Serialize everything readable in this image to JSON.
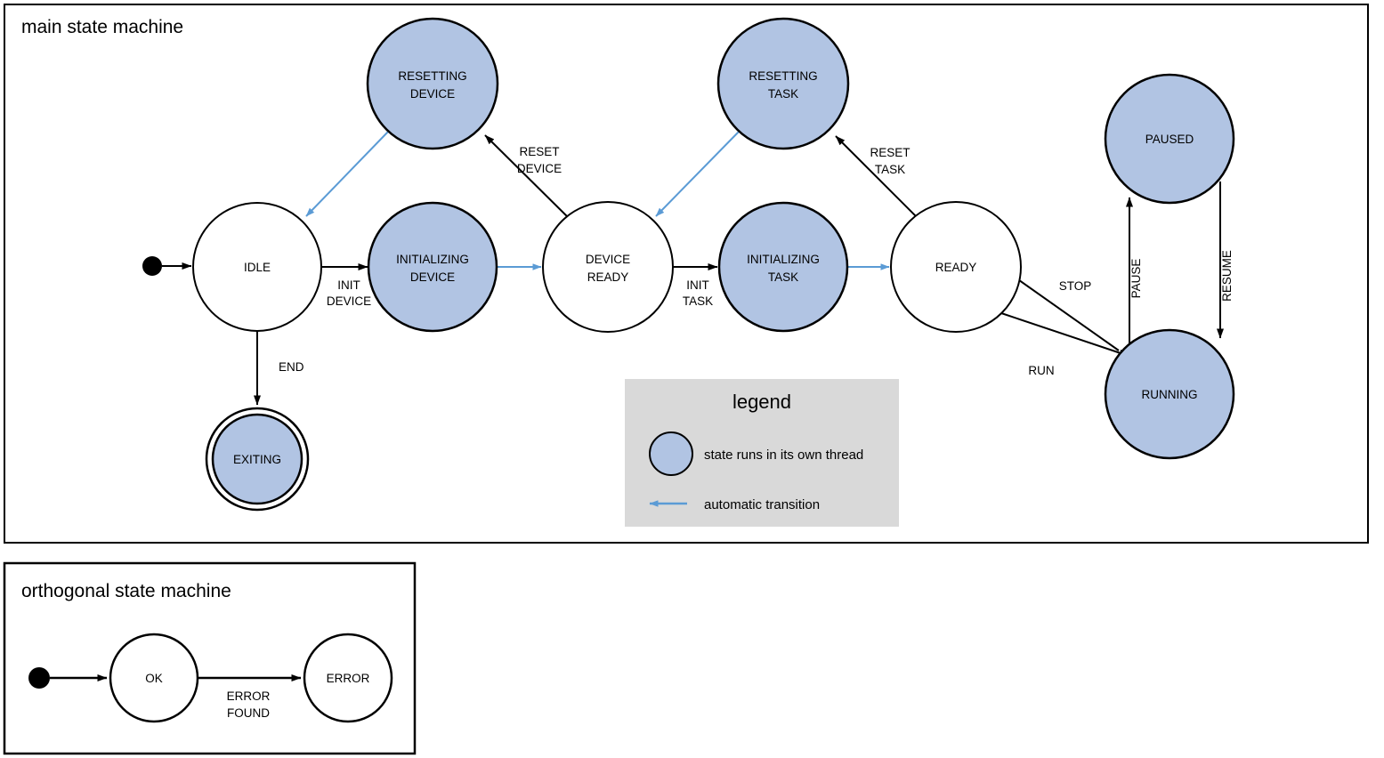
{
  "colors": {
    "thread_state_fill": "#b1c4e3",
    "state_stroke": "#000000",
    "auto_transition": "#5b9bd5",
    "legend_bg": "#d9d9d9",
    "canvas": "#ffffff"
  },
  "frames": [
    {
      "id": "main",
      "title": "main state machine"
    },
    {
      "id": "orthogonal",
      "title": "orthogonal state machine"
    }
  ],
  "main": {
    "title": "main state machine",
    "start_marker": "initial-state-dot",
    "states": [
      {
        "id": "idle",
        "label": "IDLE",
        "threaded": false,
        "final": false
      },
      {
        "id": "resetting-device",
        "label": "RESETTING\nDEVICE",
        "line1": "RESETTING",
        "line2": "DEVICE",
        "threaded": true,
        "final": false
      },
      {
        "id": "initializing-device",
        "label": "INITIALIZING\nDEVICE",
        "line1": "INITIALIZING",
        "line2": "DEVICE",
        "threaded": true,
        "final": false
      },
      {
        "id": "device-ready",
        "label": "DEVICE\nREADY",
        "line1": "DEVICE",
        "line2": "READY",
        "threaded": false,
        "final": false
      },
      {
        "id": "resetting-task",
        "label": "RESETTING\nTASK",
        "line1": "RESETTING",
        "line2": "TASK",
        "threaded": true,
        "final": false
      },
      {
        "id": "initializing-task",
        "label": "INITIALIZING\nTASK",
        "line1": "INITIALIZING",
        "line2": "TASK",
        "threaded": true,
        "final": false
      },
      {
        "id": "ready",
        "label": "READY",
        "threaded": false,
        "final": false
      },
      {
        "id": "paused",
        "label": "PAUSED",
        "threaded": true,
        "final": false
      },
      {
        "id": "running",
        "label": "RUNNING",
        "threaded": true,
        "final": false
      },
      {
        "id": "exiting",
        "label": "EXITING",
        "threaded": true,
        "final": true
      }
    ],
    "transitions": [
      {
        "from": "start",
        "to": "idle",
        "label": "",
        "automatic": false
      },
      {
        "from": "idle",
        "to": "initializing-device",
        "label": "INIT\nDEVICE",
        "line1": "INIT",
        "line2": "DEVICE",
        "automatic": false
      },
      {
        "from": "initializing-device",
        "to": "device-ready",
        "label": "",
        "automatic": true
      },
      {
        "from": "idle",
        "to": "exiting",
        "label": "END",
        "line1": "END",
        "automatic": false
      },
      {
        "from": "device-ready",
        "to": "resetting-device",
        "label": "RESET\nDEVICE",
        "line1": "RESET",
        "line2": "DEVICE",
        "automatic": false
      },
      {
        "from": "resetting-device",
        "to": "idle",
        "label": "",
        "automatic": true
      },
      {
        "from": "device-ready",
        "to": "initializing-task",
        "label": "INIT\nTASK",
        "line1": "INIT",
        "line2": "TASK",
        "automatic": false
      },
      {
        "from": "initializing-task",
        "to": "ready",
        "label": "",
        "automatic": true
      },
      {
        "from": "ready",
        "to": "resetting-task",
        "label": "RESET\nTASK",
        "line1": "RESET",
        "line2": "TASK",
        "automatic": false
      },
      {
        "from": "resetting-task",
        "to": "device-ready",
        "label": "",
        "automatic": true
      },
      {
        "from": "ready",
        "to": "running",
        "label": "RUN",
        "line1": "RUN",
        "automatic": false
      },
      {
        "from": "running",
        "to": "ready",
        "label": "STOP",
        "line1": "STOP",
        "automatic": false
      },
      {
        "from": "running",
        "to": "paused",
        "label": "PAUSE",
        "line1": "PAUSE",
        "automatic": false
      },
      {
        "from": "paused",
        "to": "running",
        "label": "RESUME",
        "line1": "RESUME",
        "automatic": false
      }
    ],
    "labels": {
      "init_device_l1": "INIT",
      "init_device_l2": "DEVICE",
      "end": "END",
      "reset_device_l1": "RESET",
      "reset_device_l2": "DEVICE",
      "init_task_l1": "INIT",
      "init_task_l2": "TASK",
      "reset_task_l1": "RESET",
      "reset_task_l2": "TASK",
      "run": "RUN",
      "stop": "STOP",
      "pause": "PAUSE",
      "resume": "RESUME"
    },
    "state_text": {
      "idle": "IDLE",
      "resetting_device_l1": "RESETTING",
      "resetting_device_l2": "DEVICE",
      "initializing_device_l1": "INITIALIZING",
      "initializing_device_l2": "DEVICE",
      "device_ready_l1": "DEVICE",
      "device_ready_l2": "READY",
      "resetting_task_l1": "RESETTING",
      "resetting_task_l2": "TASK",
      "initializing_task_l1": "INITIALIZING",
      "initializing_task_l2": "TASK",
      "ready": "READY",
      "paused": "PAUSED",
      "running": "RUNNING",
      "exiting": "EXITING"
    }
  },
  "legend": {
    "title": "legend",
    "items": [
      {
        "symbol": "blue-circle",
        "text": "state runs in its own thread"
      },
      {
        "symbol": "blue-left-arrow",
        "text": "automatic transition"
      }
    ],
    "item1_text": "state runs in its own thread",
    "item2_text": "automatic transition"
  },
  "orthogonal": {
    "title": "orthogonal state machine",
    "start_marker": "initial-state-dot",
    "states": [
      {
        "id": "ok",
        "label": "OK",
        "threaded": false,
        "final": false
      },
      {
        "id": "error",
        "label": "ERROR",
        "threaded": false,
        "final": false
      }
    ],
    "transitions": [
      {
        "from": "start",
        "to": "ok",
        "label": "",
        "automatic": false
      },
      {
        "from": "ok",
        "to": "error",
        "label": "ERROR\nFOUND",
        "line1": "ERROR",
        "line2": "FOUND",
        "automatic": false
      }
    ],
    "state_text": {
      "ok": "OK",
      "error": "ERROR"
    },
    "labels": {
      "error_found_l1": "ERROR",
      "error_found_l2": "FOUND"
    }
  }
}
